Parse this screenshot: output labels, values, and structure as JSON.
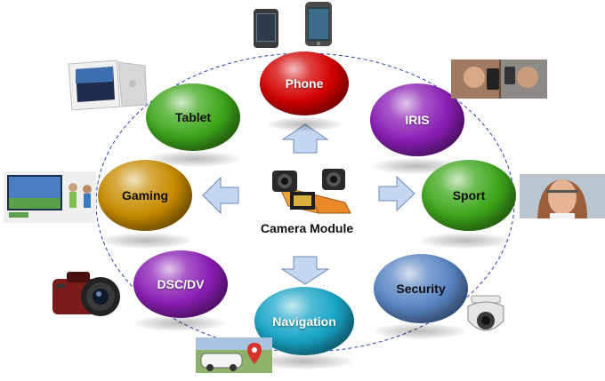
{
  "diagram": {
    "center": {
      "label": "Camera Module",
      "icon": "camera-module-icon"
    },
    "nodes": [
      {
        "id": "phone",
        "label": "Phone",
        "color": "#d40000",
        "icon": "smartphone-icon"
      },
      {
        "id": "iris",
        "label": "IRIS",
        "color": "#8b1fb5",
        "icon": "face-id-icon"
      },
      {
        "id": "sport",
        "label": "Sport",
        "color": "#3fa81c",
        "icon": "smart-glasses-icon"
      },
      {
        "id": "security",
        "label": "Security",
        "color": "#5a86c4",
        "icon": "dome-camera-icon"
      },
      {
        "id": "navigation",
        "label": "Navigation",
        "color": "#1aa6c8",
        "icon": "map-car-icon"
      },
      {
        "id": "dscdv",
        "label": "DSC/DV",
        "color": "#8b1fb5",
        "icon": "dslr-camera-icon"
      },
      {
        "id": "gaming",
        "label": "Gaming",
        "color": "#c88c00",
        "icon": "motion-gaming-icon"
      },
      {
        "id": "tablet",
        "label": "Tablet",
        "color": "#3fa81c",
        "icon": "tablet-icon"
      }
    ],
    "colors": {
      "orbit": "#2b3fb5",
      "arrow_fill": "#c5d6f2",
      "arrow_stroke": "#6f89b8"
    }
  }
}
